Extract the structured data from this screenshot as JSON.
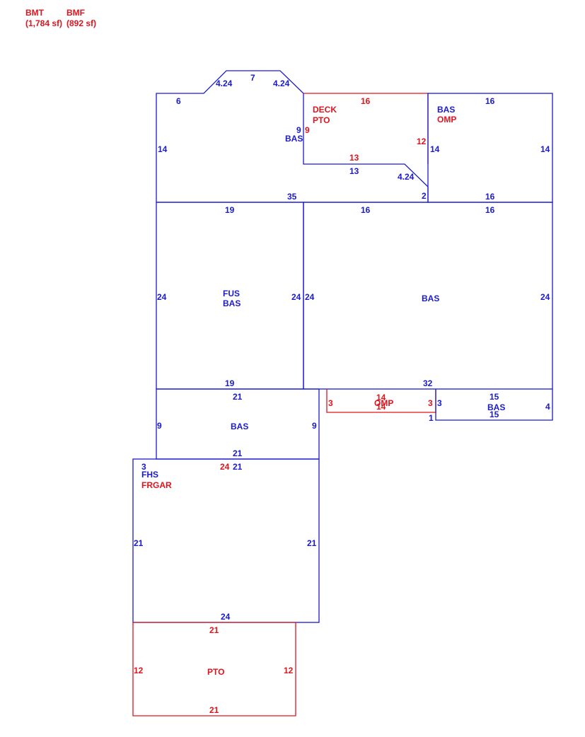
{
  "legend": {
    "bmt_label": "BMT",
    "bmt_area": "(1,784 sf)",
    "bmf_label": "BMF",
    "bmf_area": "(892 sf)"
  },
  "colors": {
    "blue": "#1a1ad0",
    "red": "#e0141e"
  },
  "areas": {
    "top_left": {
      "code1": "BAS"
    },
    "deck_pto": {
      "code1": "DECK",
      "code2": "PTO"
    },
    "top_right": {
      "code1": "BAS",
      "code2": "OMP"
    },
    "fus_bas": {
      "code1": "FUS",
      "code2": "BAS"
    },
    "main_bas": {
      "code1": "BAS"
    },
    "mid_bas": {
      "code1": "BAS"
    },
    "omp_small": {
      "code1": "OMP"
    },
    "right_bas": {
      "code1": "BAS"
    },
    "garage": {
      "code1": "FHS",
      "code2": "FRGAR"
    },
    "patio": {
      "code1": "PTO"
    }
  },
  "dims": {
    "tl_6": "6",
    "tl_424a": "4.24",
    "tl_7": "7",
    "tl_424b": "4.24",
    "tl_14": "14",
    "tl_9": "9",
    "tl_35": "35",
    "dk_16": "16",
    "dk_9": "9",
    "dk_12": "12",
    "dk_13r": "13",
    "dk_13b": "13",
    "dk_424": "4.24",
    "dk_2": "2",
    "tr_16t": "16",
    "tr_14l": "14",
    "tr_14r": "14",
    "tr_16b": "16",
    "fb_19t": "19",
    "fb_24l": "24",
    "fb_24r": "24",
    "fb_19b": "19",
    "mb_16a": "16",
    "mb_16b": "16",
    "mb_24l": "24",
    "mb_24r": "24",
    "mb_32": "32",
    "md_21t": "21",
    "md_9l": "9",
    "md_9r": "9",
    "md_21b": "21",
    "om_14a": "14",
    "om_14b": "14",
    "om_3l": "3",
    "om_3r": "3",
    "rb_15t": "15",
    "rb_15b": "15",
    "rb_3": "3",
    "rb_4": "4",
    "rb_1": "1",
    "gr_3": "3",
    "gr_24t": "24",
    "gr_21t": "21",
    "gr_21l": "21",
    "gr_21r": "21",
    "gr_24b": "24",
    "pt_21t": "21",
    "pt_12l": "12",
    "pt_12r": "12",
    "pt_21b": "21"
  }
}
